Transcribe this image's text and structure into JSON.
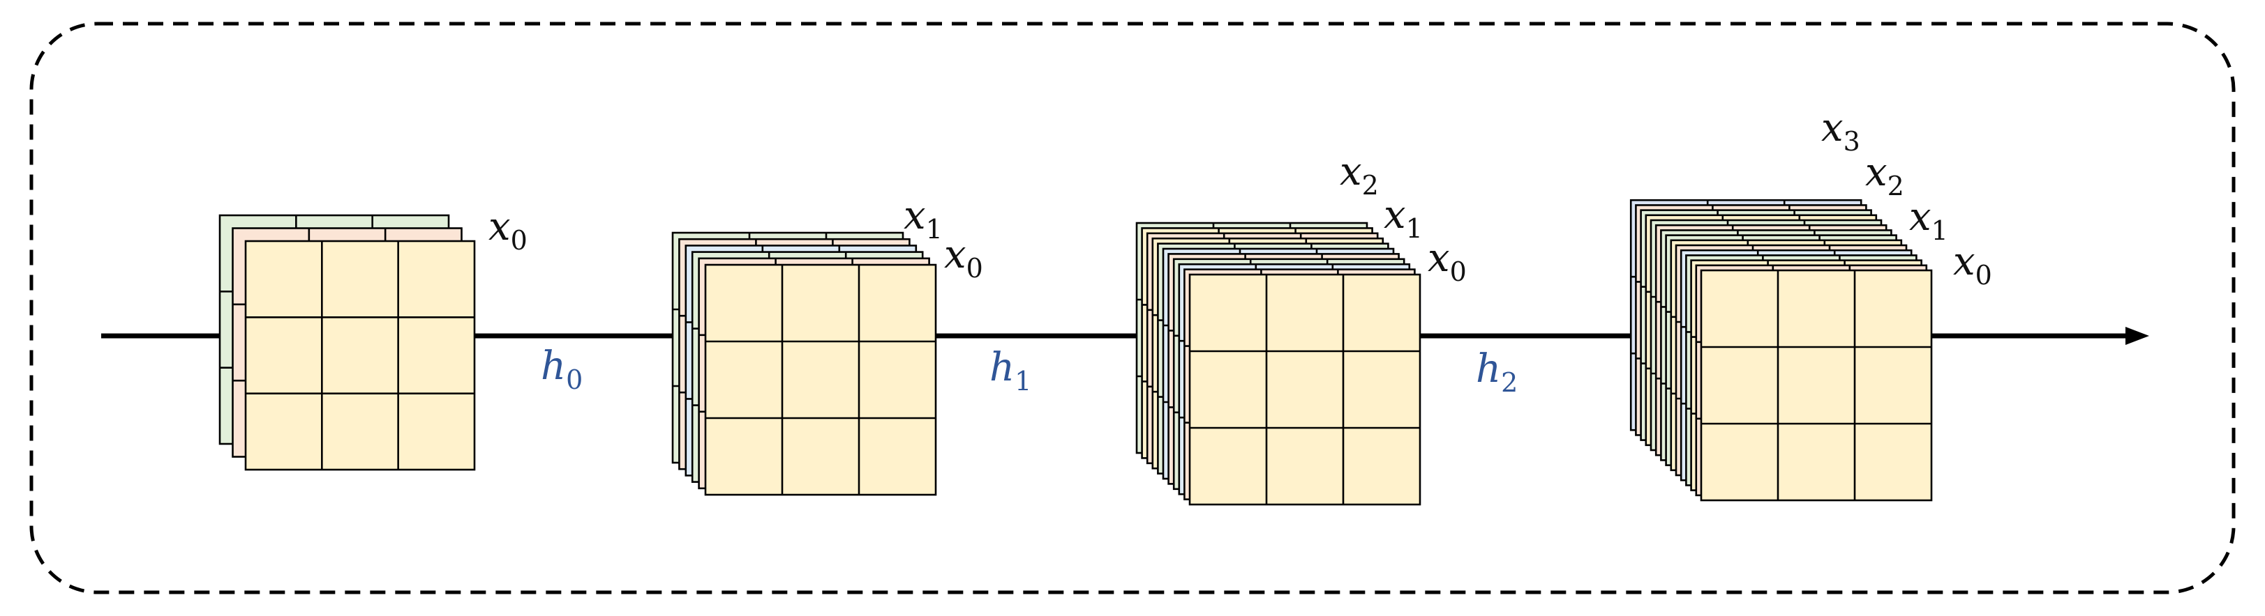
{
  "colors": {
    "front": "#fff2cc",
    "green": "#e2efda",
    "peach": "#fbe5d6",
    "blue": "#deebf7",
    "slate": "#dae3f3",
    "h_label": "#2f5597",
    "line": "#000000"
  },
  "stages": [
    {
      "layers": [
        "green",
        "peach",
        "front"
      ],
      "labels": [
        {
          "base": "x",
          "sub": "0"
        }
      ]
    },
    {
      "layers": [
        "green",
        "peach",
        "blue",
        "green",
        "peach",
        "front"
      ],
      "labels": [
        {
          "base": "x",
          "sub": "1"
        },
        {
          "base": "x",
          "sub": "0"
        }
      ]
    },
    {
      "layers": [
        "green",
        "front",
        "peach",
        "front",
        "green",
        "blue",
        "peach",
        "green",
        "blue",
        "peach",
        "front"
      ],
      "labels": [
        {
          "base": "x",
          "sub": "2"
        },
        {
          "base": "x",
          "sub": "1"
        },
        {
          "base": "x",
          "sub": "0"
        }
      ]
    },
    {
      "layers": [
        "slate",
        "peach",
        "green",
        "front",
        "green",
        "peach",
        "green",
        "green",
        "front",
        "peach",
        "blue",
        "green",
        "front",
        "peach",
        "front"
      ],
      "labels": [
        {
          "base": "x",
          "sub": "3"
        },
        {
          "base": "x",
          "sub": "2"
        },
        {
          "base": "x",
          "sub": "1"
        },
        {
          "base": "x",
          "sub": "0"
        }
      ]
    }
  ],
  "connectors": [
    {
      "base": "h",
      "sub": "0"
    },
    {
      "base": "h",
      "sub": "1"
    },
    {
      "base": "h",
      "sub": "2"
    }
  ]
}
